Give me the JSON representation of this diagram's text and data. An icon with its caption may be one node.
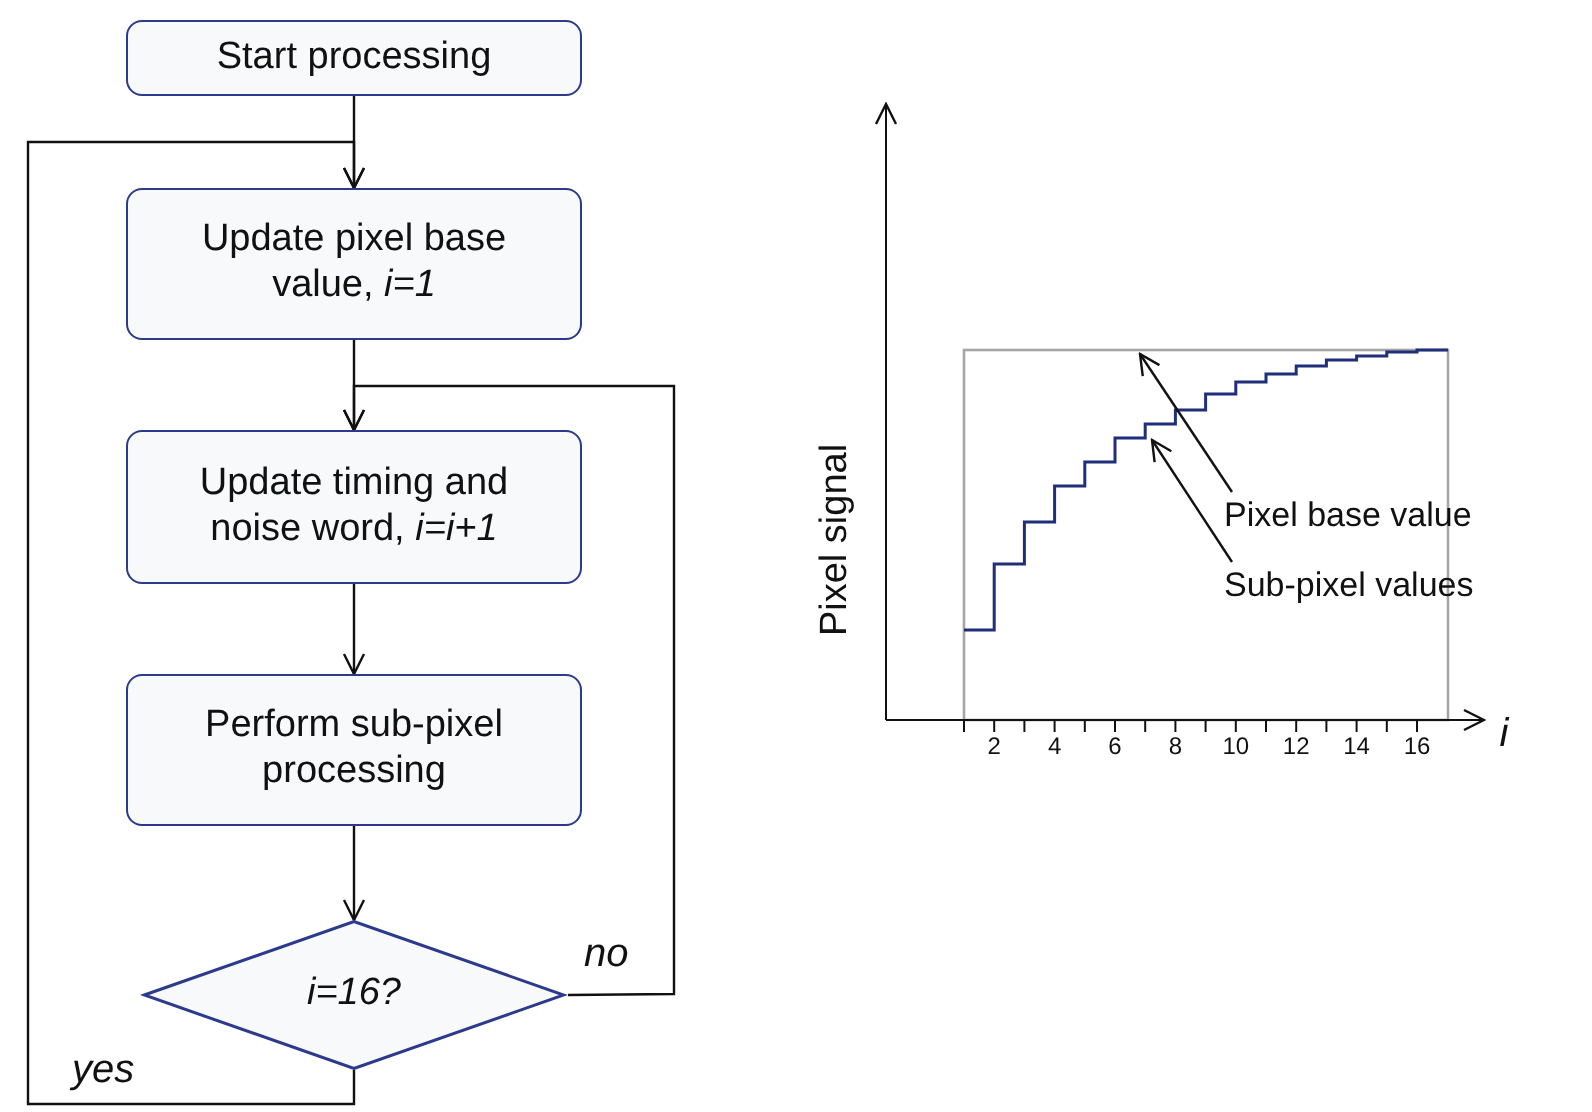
{
  "diagram": {
    "nodes": [
      {
        "text": [
          "Start processing"
        ]
      },
      {
        "text": [
          "Update pixel base value, *i=1*"
        ]
      },
      {
        "text": [
          "Update timing and noise word, *i=i+1*"
        ]
      },
      {
        "text": [
          "Perform sub-pixel processing"
        ]
      },
      {
        "text": [
          "i=16?"
        ]
      },
      {
        "text": [
          "Pixel base value"
        ]
      },
      {
        "text": [
          "Sub-pixel values"
        ]
      }
    ],
    "edges": [
      {
        "from": 0,
        "to": 1,
        "arrow": "to"
      },
      {
        "from": 1,
        "to": 2,
        "arrow": "to"
      },
      {
        "from": 2,
        "to": 3,
        "arrow": "to"
      },
      {
        "from": 3,
        "to": 4,
        "arrow": "to"
      },
      {
        "from": 4,
        "to": 1,
        "arrow": "to",
        "label": "yes"
      },
      {
        "from": 4,
        "to": 2,
        "arrow": "to",
        "label": "no"
      },
      {
        "from": 5,
        "to": null,
        "arrow": "to"
      },
      {
        "from": 6,
        "to": null,
        "arrow": "to"
      }
    ],
    "labels": [
      "Pixel signal",
      "2",
      "4",
      "6",
      "8",
      "10",
      "12",
      "14",
      "16",
      "i"
    ]
  }
}
